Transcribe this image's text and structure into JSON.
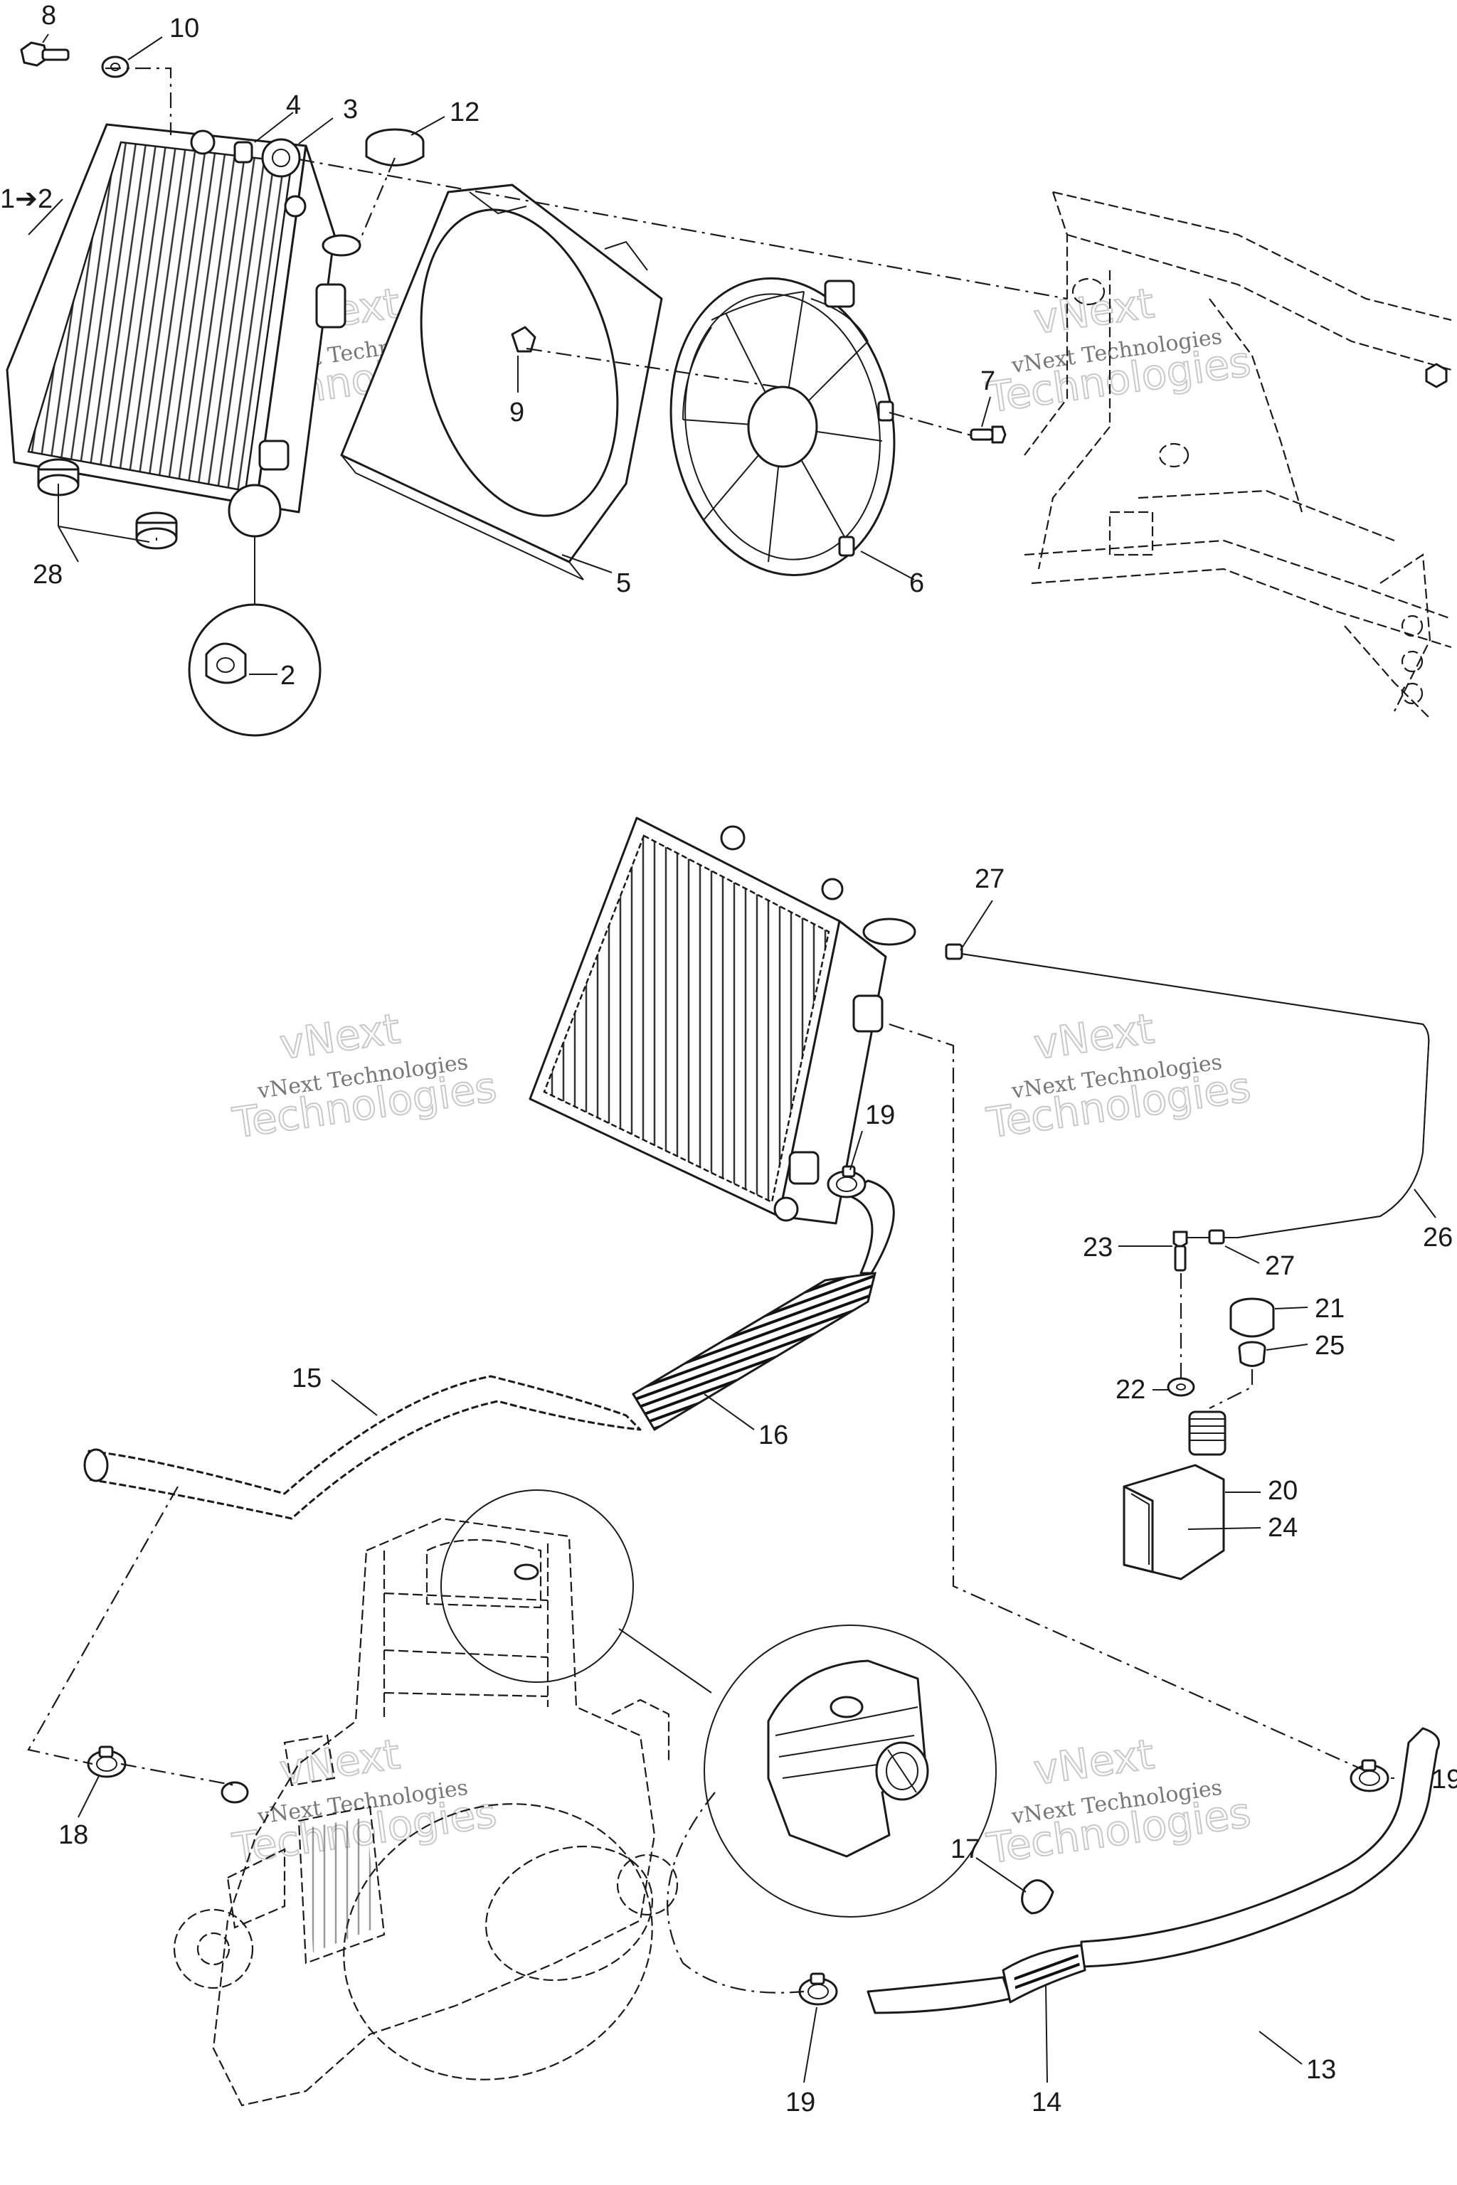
{
  "watermark": {
    "line1": "vNext",
    "line2": "vNext Technologies",
    "line3": "Technologies"
  },
  "callouts": [
    {
      "id": "c8",
      "text": "8"
    },
    {
      "id": "c10",
      "text": "10"
    },
    {
      "id": "c4",
      "text": "4"
    },
    {
      "id": "c3",
      "text": "3"
    },
    {
      "id": "c12",
      "text": "12"
    },
    {
      "id": "c1-2",
      "text": "1➔2"
    },
    {
      "id": "c9",
      "text": "9"
    },
    {
      "id": "c7",
      "text": "7"
    },
    {
      "id": "c28",
      "text": "28"
    },
    {
      "id": "c5",
      "text": "5"
    },
    {
      "id": "c6",
      "text": "6"
    },
    {
      "id": "c2",
      "text": "2"
    },
    {
      "id": "c27a",
      "text": "27"
    },
    {
      "id": "c19a",
      "text": "19"
    },
    {
      "id": "c26",
      "text": "26"
    },
    {
      "id": "c23",
      "text": "23"
    },
    {
      "id": "c27b",
      "text": "27"
    },
    {
      "id": "c21",
      "text": "21"
    },
    {
      "id": "c25",
      "text": "25"
    },
    {
      "id": "c22",
      "text": "22"
    },
    {
      "id": "c15",
      "text": "15"
    },
    {
      "id": "c16",
      "text": "16"
    },
    {
      "id": "c20",
      "text": "20"
    },
    {
      "id": "c24",
      "text": "24"
    },
    {
      "id": "c18",
      "text": "18"
    },
    {
      "id": "c19b",
      "text": "19"
    },
    {
      "id": "c17",
      "text": "17"
    },
    {
      "id": "c13",
      "text": "13"
    },
    {
      "id": "c19c",
      "text": "19"
    },
    {
      "id": "c14",
      "text": "14"
    }
  ]
}
